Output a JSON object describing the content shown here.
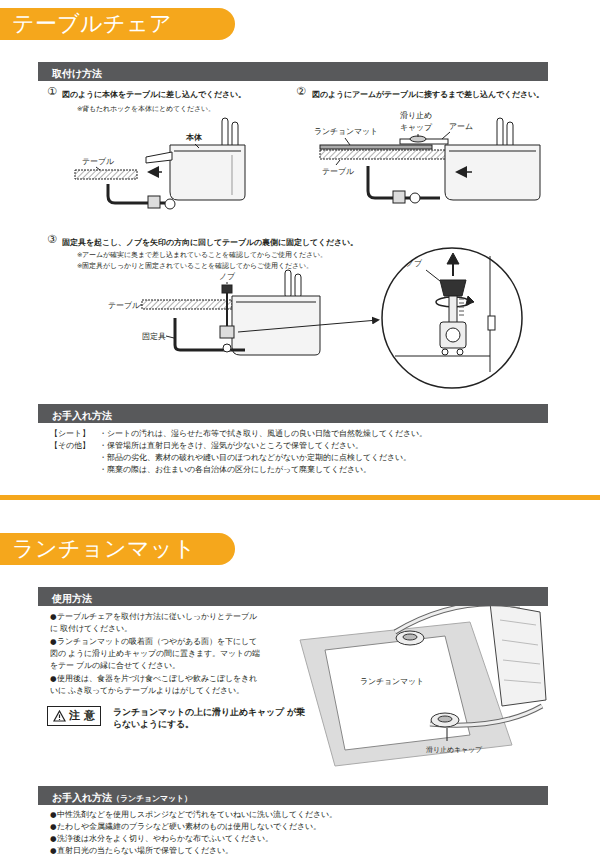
{
  "diagram": {
    "nodes": [
      {
        "text": [
          "テーブルチェア"
        ]
      },
      {
        "text": [
          "取付け方法"
        ]
      },
      {
        "text": [
          "お手入れ方法"
        ]
      },
      {
        "text": [
          "ランチョンマット"
        ]
      },
      {
        "text": [
          "使用方法"
        ]
      },
      {
        "text": [
          "注 意",
          "ランチョンマットの上に滑り止めキャップ が乗らないようにする。"
        ]
      },
      {
        "text": [
          "お手入れ方法",
          "（ランチョンマット）"
        ]
      }
    ],
    "labels": [
      "①",
      "図のように本体をテーブルに差し込んでください。",
      "※背もたれホックを本体にとめてください。",
      "本体",
      "テーブル",
      "②",
      "図のようにアームがテーブルに接するまで差し込んでください。",
      "滑り止め キャップ",
      "アーム",
      "ランチョンマット",
      "テーブル",
      "③",
      "固定具を起こし、ノブを矢印の方向に回してテーブルの裏側に固定してください。",
      "※アームが確実に奥まで差し込まれていることを確認してからご使用ください。",
      "※固定具がしっかりと固定されていることを確認してからご使用ください。",
      "ノブ",
      "テーブル",
      "固定具",
      "ノブ",
      "【シート】",
      "・シートの汚れは、湿らせた布等で拭き取り、風通しの良い日陰で自然乾燥してください。",
      "【その他】",
      "・保管場所は直射日光をさけ、湿気が少ないところで保管してください。",
      "・部品の劣化、素材の破れや縫い目のほつれなどがないか定期的に点検してください。",
      "・廃棄の際は、お住まいの各自治体の区分にしたがって廃棄してください。",
      "●テーブルチェアを取付け方法に従いしっかりとテーブルに 取付けてください。",
      "●ランチョンマットの吸着面（つやがある面）を下にして図の ように滑り止めキャップの間に置きます。マットの端をテー ブルの縁に合せてください。",
      "●使用後は、食器を片づけ食べこぼしや飲みこぼしをきれいに ふき取ってからテーブルよりはがしてください。",
      "ランチョンマット",
      "滑り止めキャップ",
      "●中性洗剤などを使用しスポンジなどで汚れをていねいに洗い流してください。",
      "●たわしや金属繊維のブラシなど硬い素材のものは使用しないでください。",
      "●洗浄後は水分をよく切り、やわらかな布でふいてください。",
      "●直射日光の当たらない場所で保管してください。"
    ]
  }
}
